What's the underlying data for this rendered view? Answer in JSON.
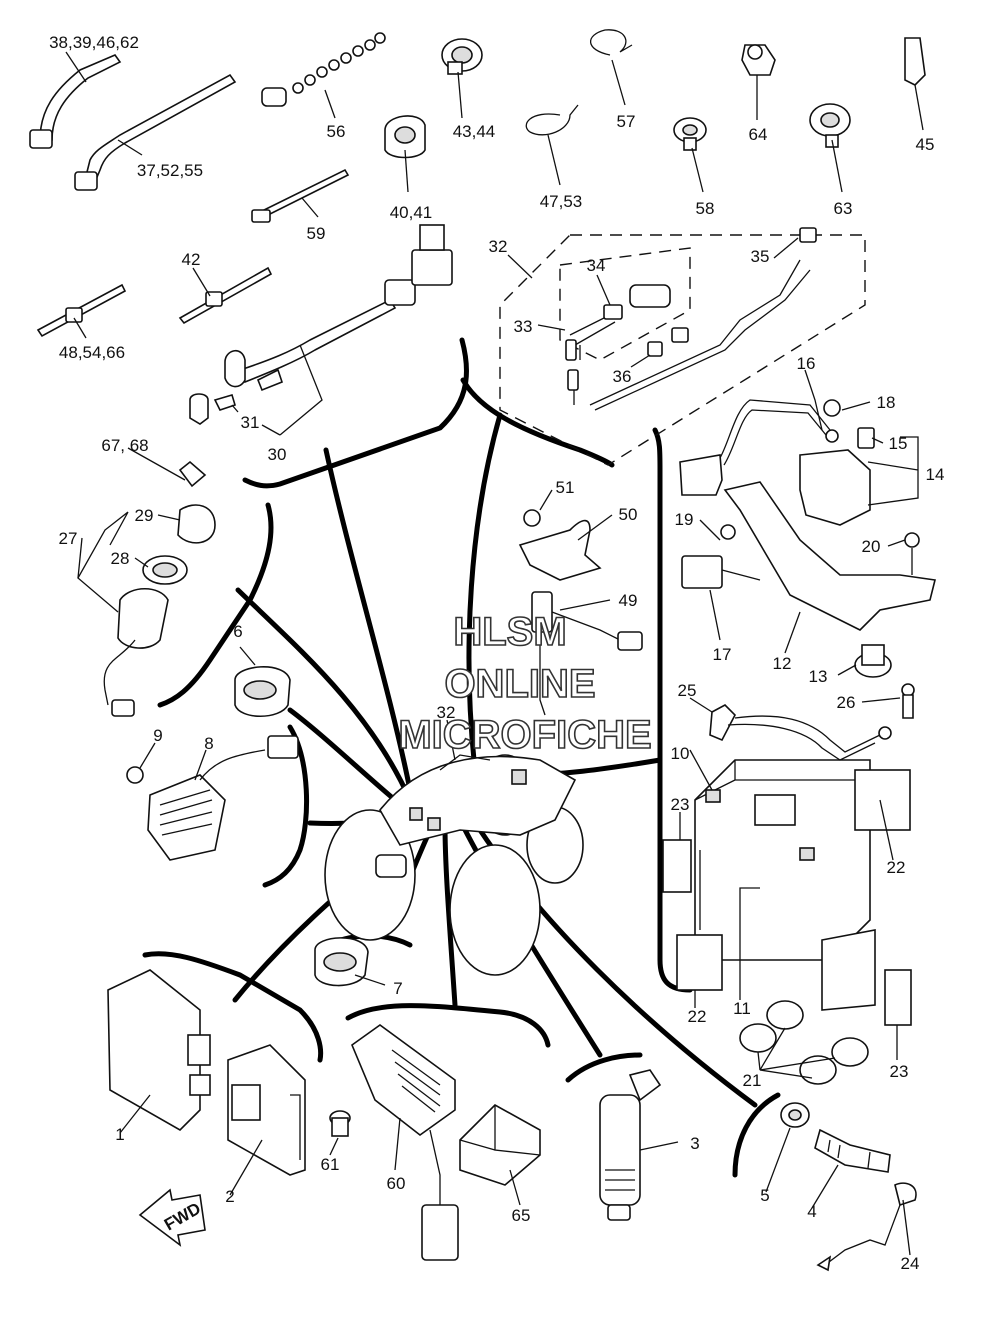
{
  "watermark": {
    "line1": "HLSM",
    "line2": "ONLINE",
    "line3": "MICROFICHE"
  },
  "direction_label": "FWD",
  "callouts": {
    "c1": "38,39,46,62",
    "c2": "37,52,55",
    "c3": "56",
    "c4": "43,44",
    "c5": "40,41",
    "c6": "57",
    "c7": "47,53",
    "c8": "64",
    "c9": "58",
    "c10": "45",
    "c11": "63",
    "c12": "59",
    "c13": "42",
    "c14": "48,54,66",
    "c15": "32",
    "c16": "34",
    "c17": "35",
    "c18": "33",
    "c19": "36",
    "c20": "16",
    "c21": "18",
    "c22": "15",
    "c23": "14",
    "c24": "31",
    "c25": "30",
    "c26": "67, 68",
    "c27": "29",
    "c28": "27",
    "c29": "28",
    "c30": "51",
    "c31": "50",
    "c32": "19",
    "c33": "20",
    "c34": "49",
    "c35": "17",
    "c36": "12",
    "c37": "13",
    "c38": "6",
    "c39": "32",
    "c40": "25",
    "c41": "26",
    "c42": "10",
    "c43": "9",
    "c44": "8",
    "c45": "23",
    "c46": "22",
    "c47": "7",
    "c48": "22",
    "c49": "11",
    "c50": "23",
    "c51": "21",
    "c52": "1",
    "c53": "3",
    "c54": "2",
    "c55": "61",
    "c56": "60",
    "c57": "65",
    "c58": "5",
    "c59": "4",
    "c60": "24"
  }
}
